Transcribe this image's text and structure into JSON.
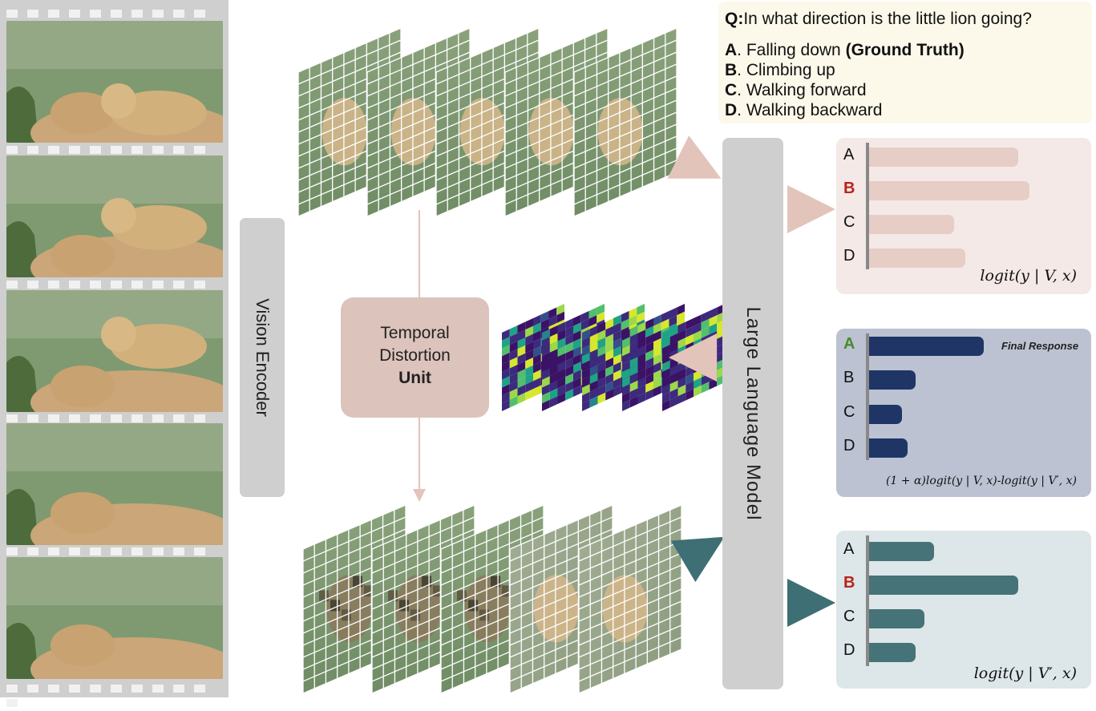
{
  "question": {
    "prefix": "Q:",
    "text": "In what direction is the little lion going?",
    "options": [
      {
        "letter": "A",
        "text": ". Falling down ",
        "note": "(Ground Truth)"
      },
      {
        "letter": "B",
        "text": ". Climbing up",
        "note": ""
      },
      {
        "letter": "C",
        "text": ". Walking forward",
        "note": ""
      },
      {
        "letter": "D",
        "text": ". Walking backward",
        "note": ""
      }
    ]
  },
  "vision_encoder": {
    "label": "Vision Encoder"
  },
  "temporal_unit": {
    "line1": "Temporal",
    "line2": "Distortion",
    "line3": "Unit"
  },
  "llm": {
    "label": "Large Language Model"
  },
  "colors": {
    "panel_original": "#f4e9e7",
    "bar_original": "#e6cdc6",
    "panel_final": "#bcc2d2",
    "bar_final": "#1f3566",
    "panel_distorted": "#dde6e8",
    "bar_distorted": "#467377",
    "highlight_red": "#b5261e",
    "highlight_green": "#4a8a2a",
    "arrow_pink": "#e3c4ba",
    "arrow_teal": "#3e6f74"
  },
  "panels": {
    "original": {
      "formula": "logit(y | V, x)",
      "letters": [
        "A",
        "B",
        "C",
        "D"
      ],
      "highlight": "B",
      "bar_levels": [
        0.81,
        0.87,
        0.46,
        0.52
      ]
    },
    "final": {
      "formula": "(1 + α)logit(y | V, x)-logit(y | V′, x)",
      "final_label": "Final Response",
      "letters": [
        "A",
        "B",
        "C",
        "D"
      ],
      "highlight": "A",
      "bar_levels": [
        0.62,
        0.25,
        0.18,
        0.21
      ]
    },
    "distorted": {
      "formula": "logit(y | V′, x)",
      "letters": [
        "A",
        "B",
        "C",
        "D"
      ],
      "highlight": "B",
      "bar_levels": [
        0.35,
        0.81,
        0.3,
        0.25
      ]
    }
  }
}
